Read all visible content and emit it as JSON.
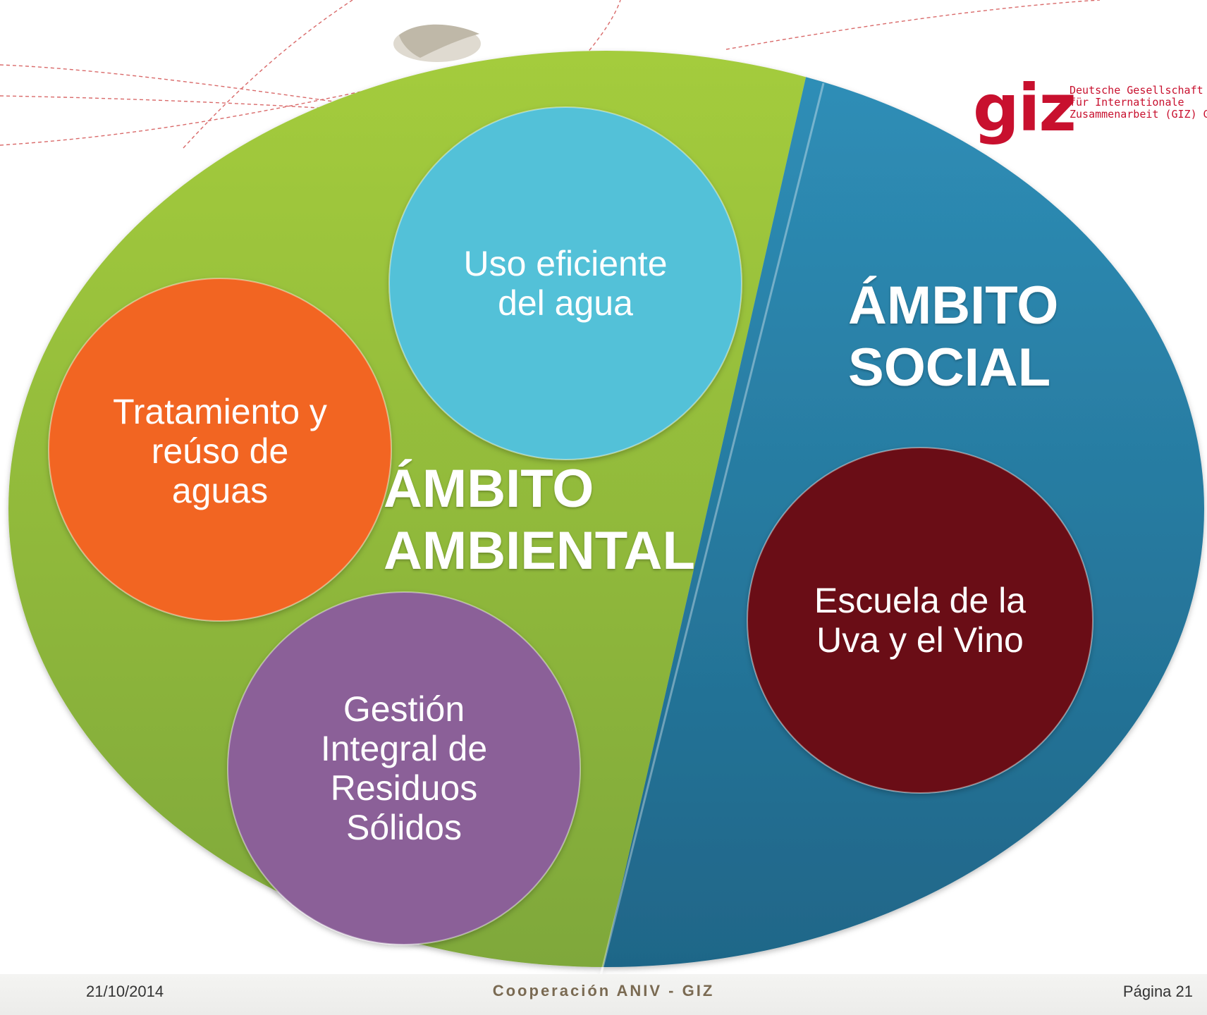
{
  "ambito_ambiental": {
    "title_line1": "ÁMBITO",
    "title_line2": "AMBIENTAL",
    "color": "#8cc63f",
    "items": [
      {
        "label": "Uso eficiente del agua",
        "lines": [
          "Uso eficiente",
          "del agua"
        ],
        "color": "#52c1d8"
      },
      {
        "label": "Tratamiento y reúso de aguas",
        "lines": [
          "Tratamiento y",
          "reúso de",
          "aguas"
        ],
        "color": "#f26522"
      },
      {
        "label": "Gestión Integral de Residuos Sólidos",
        "lines": [
          "Gestión",
          "Integral de",
          "Residuos",
          "Sólidos"
        ],
        "color": "#8b6198"
      }
    ]
  },
  "ambito_social": {
    "title_line1": "ÁMBITO",
    "title_line2": "SOCIAL",
    "color": "#2a7fa6",
    "items": [
      {
        "label": "Escuela de la Uva y el Vino",
        "lines": [
          "Escuela de la",
          "Uva y el Vino"
        ],
        "color": "#6b0e12"
      }
    ]
  },
  "logo": {
    "mark": "giz",
    "lines": [
      "Deutsche Gesellschaft",
      "für Internationale",
      "Zusammenarbeit (GIZ) Gm"
    ],
    "color": "#c8102e"
  },
  "footer": {
    "date": "21/10/2014",
    "center": "Cooperación ANIV - GIZ",
    "page": "Página 21"
  }
}
